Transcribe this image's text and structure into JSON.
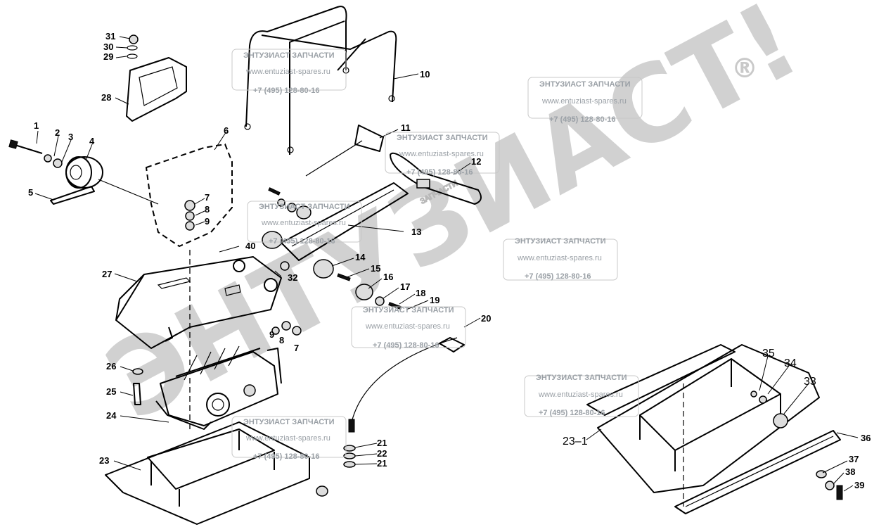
{
  "watermark": {
    "brand_big": "ЭНТУЗИАСТ!",
    "brand_script": "ЗАПЧАСТИ",
    "registered": "®",
    "title": "ЭНТУЗИАСТ ЗАПЧАСТИ",
    "url": "www.entuziast-spares.ru",
    "phone": "+7 (495) 128-80-16"
  },
  "callouts": {
    "c1": "1",
    "c2": "2",
    "c3": "3",
    "c4": "4",
    "c5": "5",
    "c6": "6",
    "c7a": "7",
    "c8a": "8",
    "c9a": "9",
    "c10": "10",
    "c11": "11",
    "c12": "12",
    "c13": "13",
    "c14": "14",
    "c15": "15",
    "c16": "16",
    "c17": "17",
    "c18": "18",
    "c19": "19",
    "c20": "20",
    "c21a": "21",
    "c22": "22",
    "c21b": "21",
    "c23": "23",
    "c24": "24",
    "c25": "25",
    "c26": "26",
    "c27": "27",
    "c28": "28",
    "c29": "29",
    "c30": "30",
    "c31": "31",
    "c32": "32",
    "c9b": "9",
    "c8b": "8",
    "c7b": "7",
    "c40": "40",
    "c35": "35",
    "c34": "34",
    "c33": "33",
    "c23_1": "23–1",
    "c36": "36",
    "c37": "37",
    "c38": "38",
    "c39": "39"
  }
}
